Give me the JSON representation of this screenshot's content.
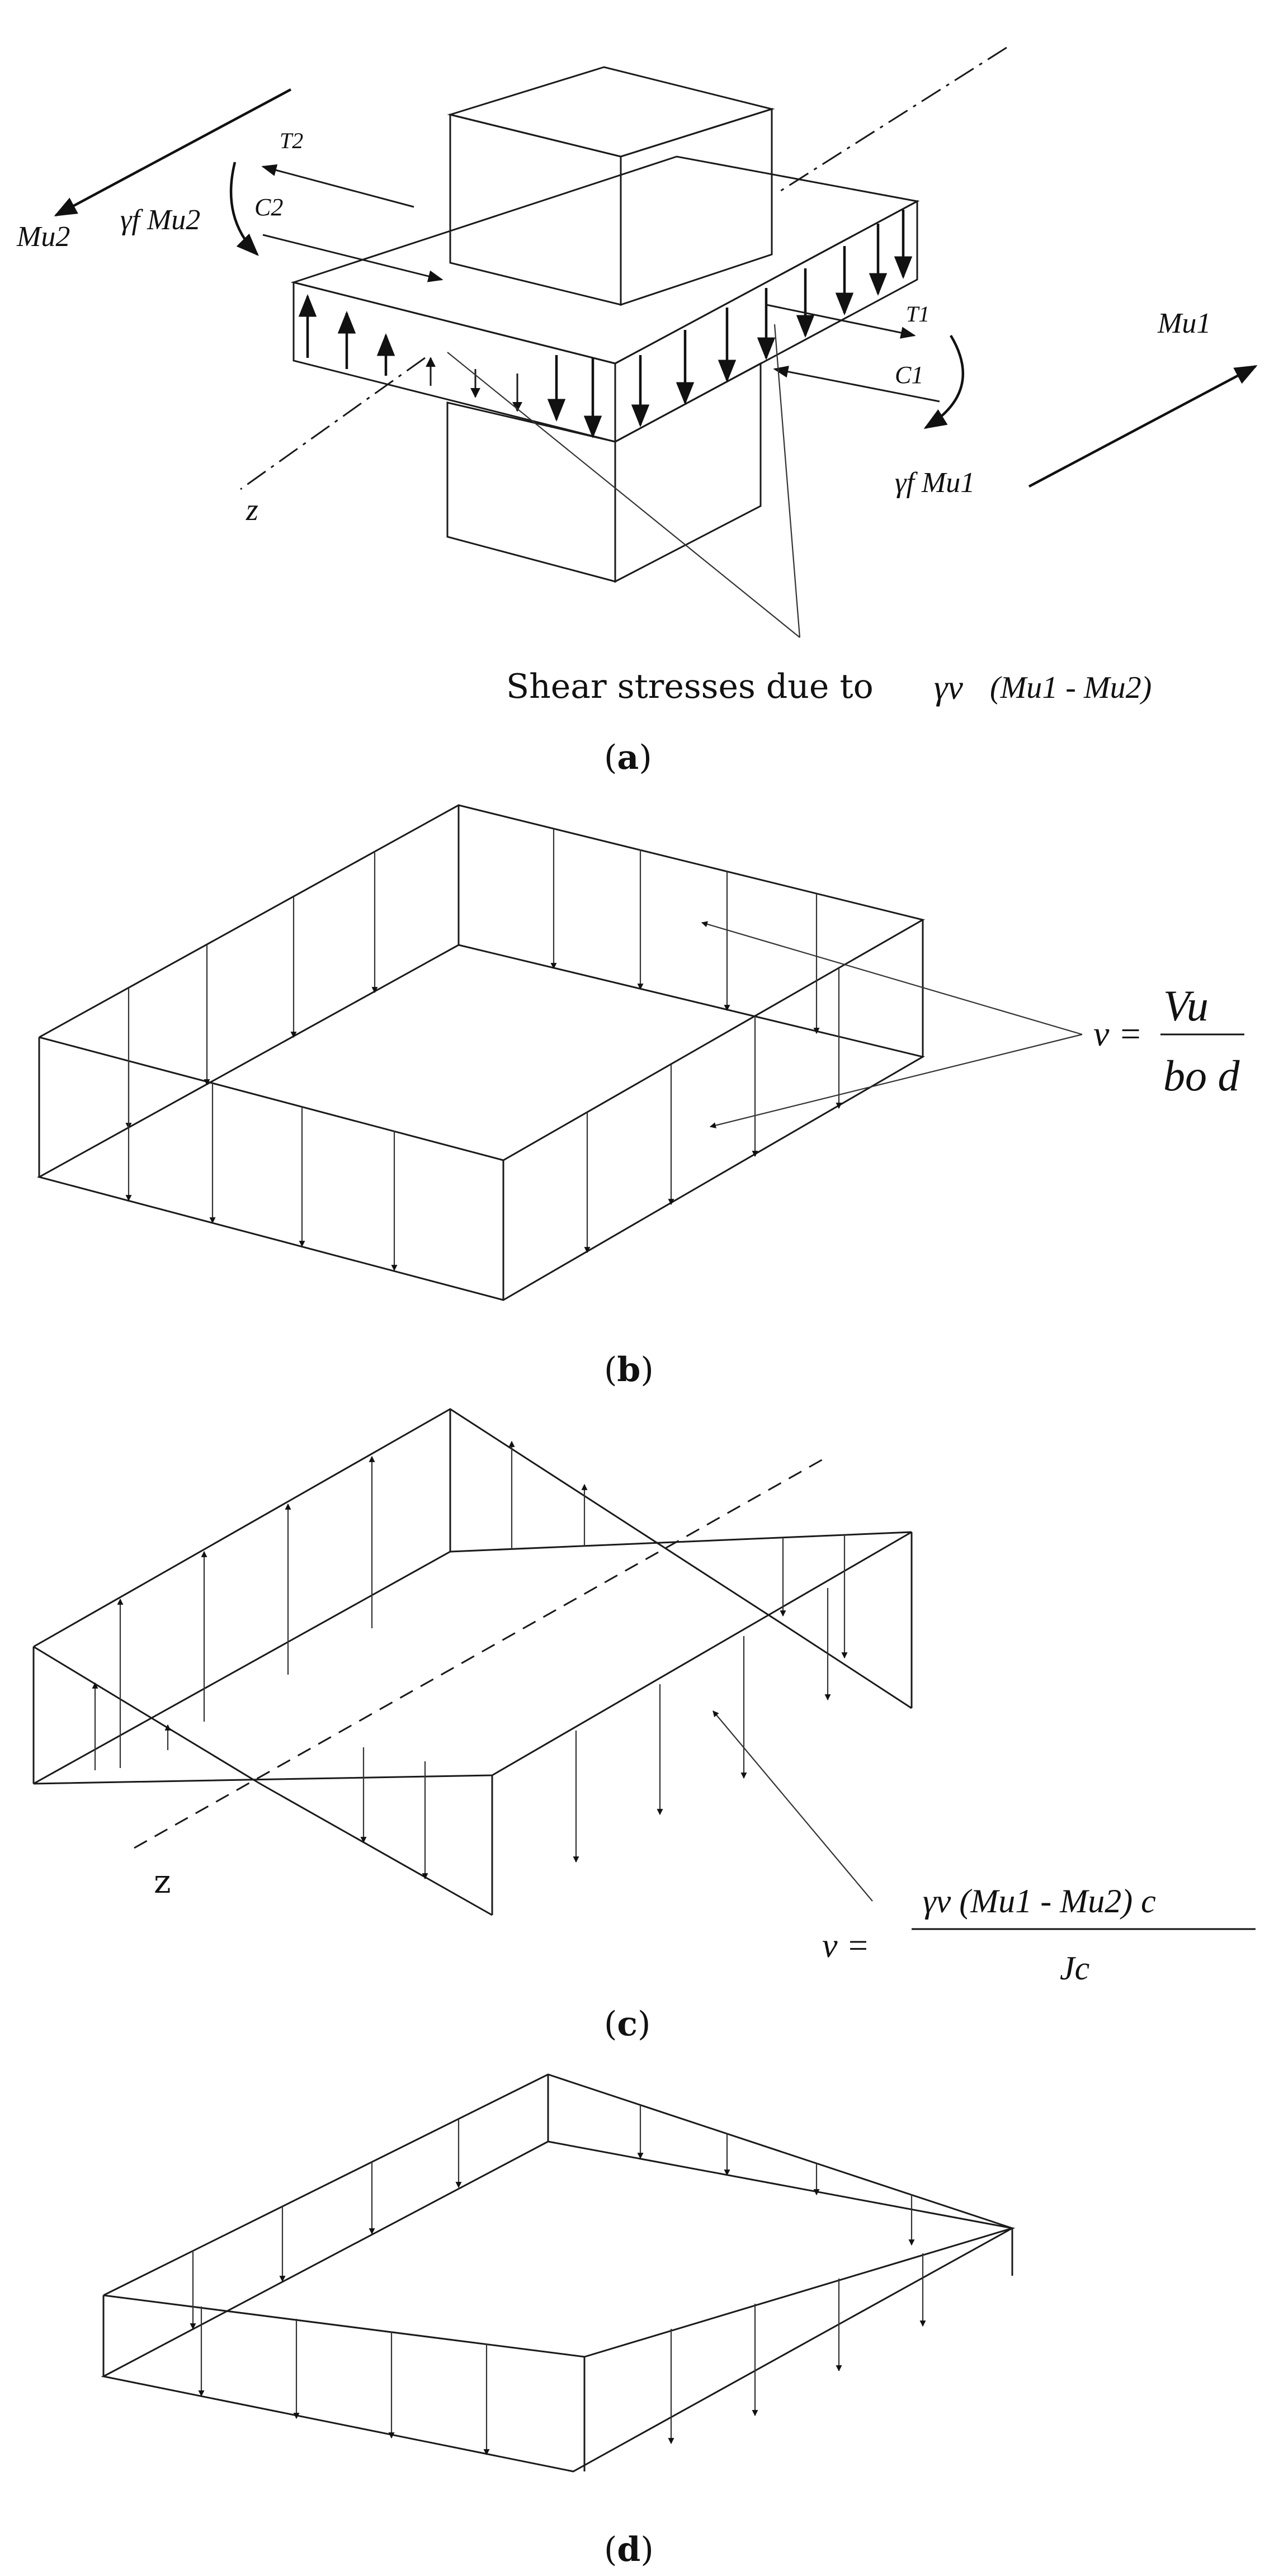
{
  "panel_a": {
    "caption_open": "(",
    "caption_letter": "a",
    "caption_close": ")",
    "labels": {
      "mu2": "Mu2",
      "gamma_f_mu2": "γf Mu2",
      "t2": "T2",
      "c2": "C2",
      "mu1": "Mu1",
      "t1": "T1",
      "c1": "C1",
      "gamma_f_mu1": "γf Mu1",
      "z": "z",
      "shear_text": "Shear stresses due to",
      "shear_gamma": "γv",
      "shear_moment": "(Mu1 - Mu2)"
    }
  },
  "panel_b": {
    "caption_open": "(",
    "caption_letter": "b",
    "caption_close": ")",
    "formula": {
      "lhs": "v =",
      "numerator": "Vu",
      "denominator": "bo d"
    }
  },
  "panel_c": {
    "caption_open": "(",
    "caption_letter": "c",
    "caption_close": ")",
    "z_label": "z",
    "formula": {
      "lhs": "v =",
      "numerator": "γv (Mu1 - Mu2) c",
      "denominator": "Jc"
    }
  },
  "panel_d": {
    "caption_open": "(",
    "caption_letter": "d",
    "caption_close": ")"
  }
}
